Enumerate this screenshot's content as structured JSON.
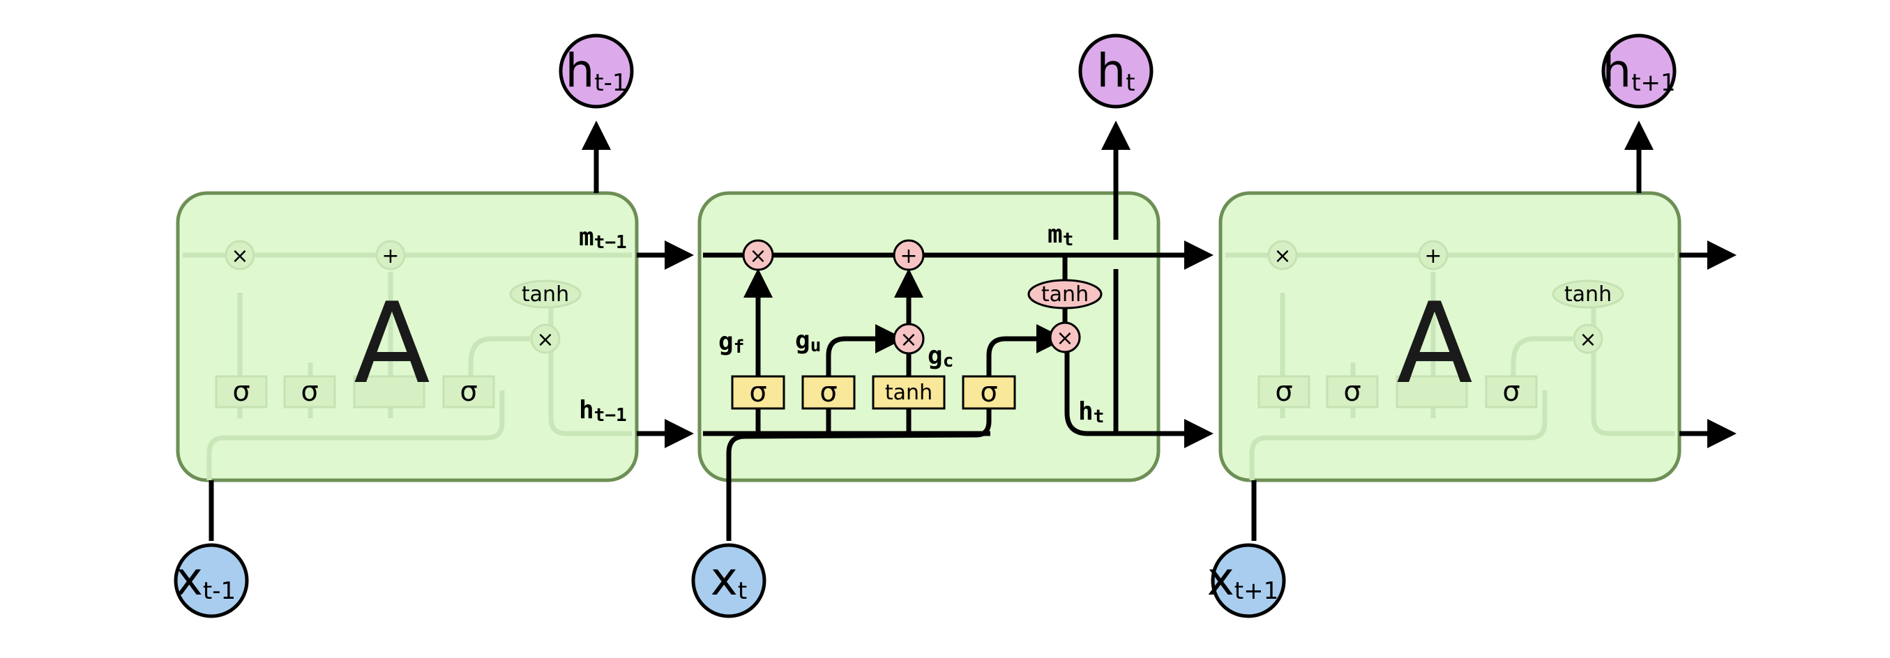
{
  "cells": {
    "left": {
      "letter": "A"
    },
    "right": {
      "letter": "A"
    }
  },
  "ghost_labels": {
    "sigma": "σ",
    "tanh": "tanh",
    "times": "×",
    "plus": "+"
  },
  "outputs": [
    {
      "main": "h",
      "sub": "t-1"
    },
    {
      "main": "h",
      "sub": "t"
    },
    {
      "main": "h",
      "sub": "t+1"
    }
  ],
  "inputs": [
    {
      "main": "x",
      "sub": "t-1"
    },
    {
      "main": "x",
      "sub": "t"
    },
    {
      "main": "x",
      "sub": "t+1"
    }
  ],
  "labels": {
    "m_prev": {
      "main": "m",
      "sub": "t−1"
    },
    "h_prev": {
      "main": "h",
      "sub": "t−1"
    },
    "m_t": {
      "main": "m",
      "sub": "t"
    },
    "h_t": {
      "main": "h",
      "sub": "t"
    },
    "g_f": {
      "main": "g",
      "sub": "f"
    },
    "g_u": {
      "main": "g",
      "sub": "u"
    },
    "g_c": {
      "main": "g",
      "sub": "c"
    }
  },
  "gates": {
    "sigma": "σ",
    "tanh": "tanh"
  },
  "ops": {
    "times": "×",
    "plus": "+",
    "tanh": "tanh"
  },
  "colors": {
    "cell_fill": "#dff8cf",
    "cell_border": "#6d8f55",
    "gate_fill": "#f9e79a",
    "op_fill": "#f7c4c4",
    "output_node": "#dcaaeb",
    "input_node": "#a9cdee"
  }
}
